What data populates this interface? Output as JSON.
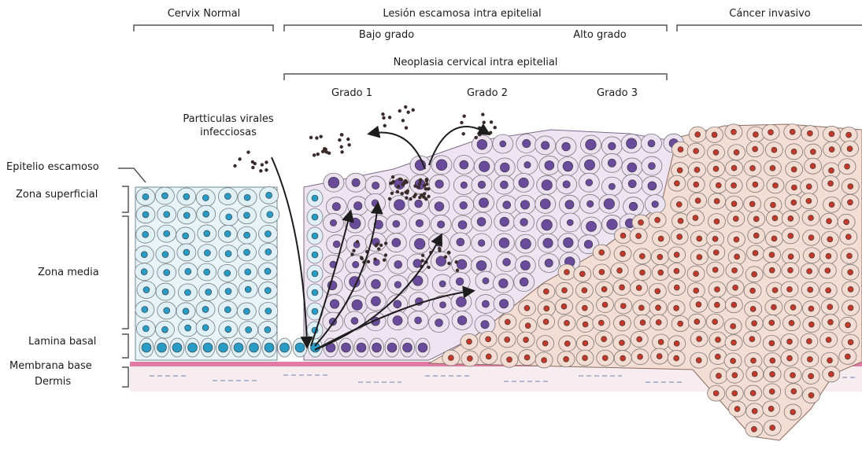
{
  "stages": {
    "normal": "Cervix Normal",
    "lsil_hsil": "Lesión escamosa intra epitelial",
    "low_grade": "Bajo grado",
    "high_grade": "Alto grado",
    "invasive": "Cáncer invasivo"
  },
  "cin": {
    "title": "Neoplasia cervical intra epitelial",
    "grade1": "Grado 1",
    "grade2": "Grado 2",
    "grade3": "Grado 3"
  },
  "virus_label": "Partticulas virales infecciosas",
  "layers": {
    "squamous": "Epitelio escamoso",
    "superficial": "Zona superficial",
    "middle": "Zona media",
    "basal_lamina": "Lamina basal",
    "basement_membrane": "Membrana base",
    "dermis": "Dermis"
  },
  "colors": {
    "normal_cell": "#dff1f6",
    "normal_nucleus": "#2a9bc4",
    "cin_cell": "#ece1f0",
    "cin_nucleus": "#6a4a9a",
    "cancer_cell": "#f3dcd2",
    "cancer_nucleus": "#c0392b",
    "membrane": "#e27aa6",
    "dermis": "#f7edf1",
    "virus": "#3a2a2a"
  }
}
